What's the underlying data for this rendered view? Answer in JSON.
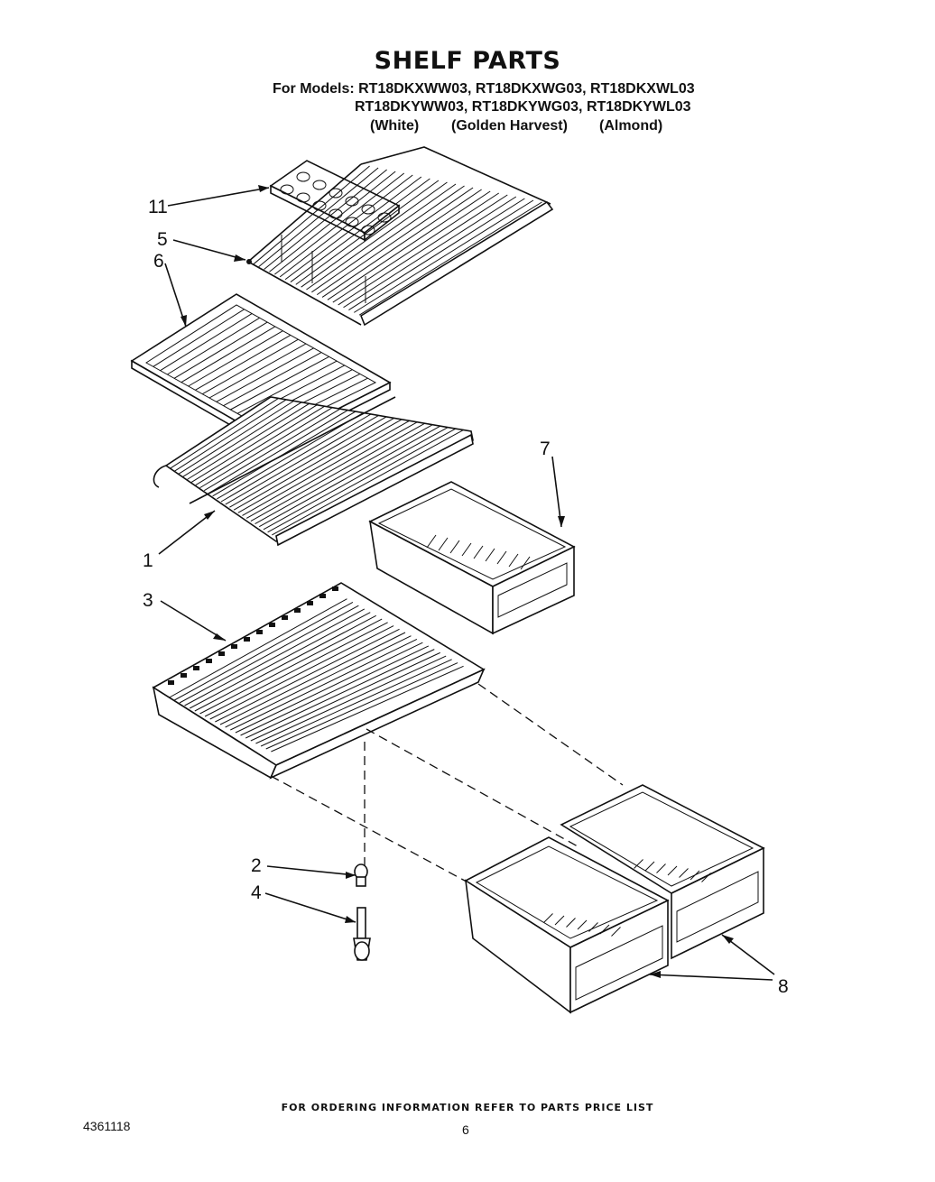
{
  "title": "SHELF PARTS",
  "models_line1": "For Models: RT18DKXWW03, RT18DKXWG03, RT18DKXWL03",
  "models_line2": "RT18DKYWW03, RT18DKYWG03, RT18DKYWL03",
  "colors": [
    "(White)",
    "(Golden Harvest)",
    "(Almond)"
  ],
  "callouts": [
    "11",
    "5",
    "6",
    "7",
    "1",
    "3",
    "2",
    "4",
    "8"
  ],
  "footer": "FOR ORDERING INFORMATION REFER TO PARTS PRICE LIST",
  "doc_number": "4361118",
  "page_number": "6"
}
